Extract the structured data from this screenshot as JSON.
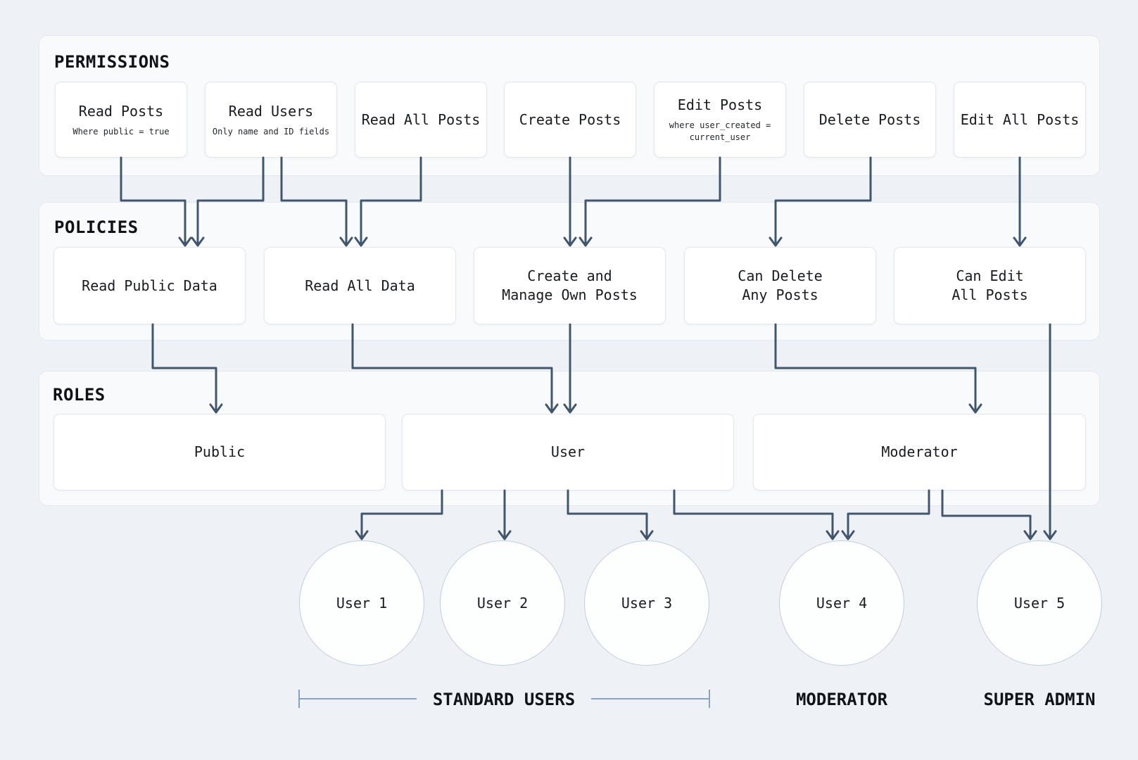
{
  "colors": {
    "page_bg": "#eef2f7",
    "container_bg": "#f8fafc",
    "container_border": "#e3e8ef",
    "box_bg": "#ffffff",
    "box_border": "#e4e8ee",
    "circle_border": "#c2cedd",
    "arrow": "#41566b",
    "bracket": "#8ba1bd",
    "text": "#181b20"
  },
  "sections": {
    "permissions": {
      "title": "PERMISSIONS",
      "items": [
        {
          "label": "Read Posts",
          "sub": [
            "Where public = true"
          ]
        },
        {
          "label": "Read Users",
          "sub": [
            "Only name and ID fields"
          ]
        },
        {
          "label": "Read All Posts"
        },
        {
          "label": "Create Posts"
        },
        {
          "label": "Edit Posts",
          "sub": [
            "where user_created =",
            "current_user"
          ]
        },
        {
          "label": "Delete Posts"
        },
        {
          "label": "Edit All Posts"
        }
      ]
    },
    "policies": {
      "title": "POLICIES",
      "items": [
        {
          "lines": [
            "Read Public Data"
          ]
        },
        {
          "lines": [
            "Read All Data"
          ]
        },
        {
          "lines": [
            "Create and",
            "Manage Own Posts"
          ]
        },
        {
          "lines": [
            "Can Delete",
            "Any Posts"
          ]
        },
        {
          "lines": [
            "Can Edit",
            "All Posts"
          ]
        }
      ]
    },
    "roles": {
      "title": "ROLES",
      "items": [
        {
          "label": "Public"
        },
        {
          "label": "User"
        },
        {
          "label": "Moderator"
        }
      ]
    }
  },
  "users": {
    "items": [
      {
        "label": "User 1"
      },
      {
        "label": "User 2"
      },
      {
        "label": "User 3"
      },
      {
        "label": "User 4"
      },
      {
        "label": "User 5"
      }
    ]
  },
  "groups": {
    "standard": "STANDARD USERS",
    "moderator": "MODERATOR",
    "super_admin": "SUPER ADMIN"
  },
  "connections": [
    {
      "from": "Read Posts",
      "to": "Read Public Data"
    },
    {
      "from": "Read Users",
      "to": "Read Public Data"
    },
    {
      "from": "Read Users",
      "to": "Read All Data"
    },
    {
      "from": "Read All Posts",
      "to": "Read All Data"
    },
    {
      "from": "Create Posts",
      "to": "Create and Manage Own Posts"
    },
    {
      "from": "Edit Posts",
      "to": "Create and Manage Own Posts"
    },
    {
      "from": "Delete Posts",
      "to": "Can Delete Any Posts"
    },
    {
      "from": "Edit All Posts",
      "to": "Can Edit All Posts"
    },
    {
      "from": "Read Public Data",
      "to": "Public"
    },
    {
      "from": "Read All Data",
      "to": "User"
    },
    {
      "from": "Create and Manage Own Posts",
      "to": "User"
    },
    {
      "from": "Can Delete Any Posts",
      "to": "Moderator"
    },
    {
      "from": "Can Edit All Posts",
      "to": "User 5"
    },
    {
      "from": "User",
      "to": "User 1"
    },
    {
      "from": "User",
      "to": "User 2"
    },
    {
      "from": "User",
      "to": "User 3"
    },
    {
      "from": "User",
      "to": "User 4"
    },
    {
      "from": "Moderator",
      "to": "User 4"
    },
    {
      "from": "Moderator",
      "to": "User 5"
    }
  ]
}
